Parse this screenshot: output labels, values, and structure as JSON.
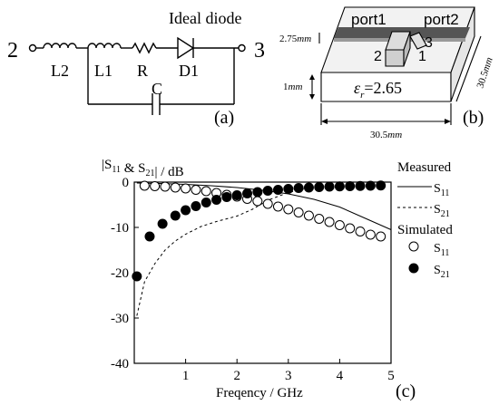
{
  "circuit": {
    "node_left": "2",
    "node_right": "3",
    "ideal_diode": "Ideal diode",
    "L2": "L2",
    "L1": "L1",
    "R": "R",
    "D1": "D1",
    "C": "C",
    "panel": "(a)"
  },
  "model3d": {
    "port1": "port1",
    "port2": "port2",
    "dim_thickness_top": "2.75",
    "dim_thickness_top_unit": "mm",
    "dim_height": "1",
    "dim_height_unit": "mm",
    "epsilon_label": "ε",
    "epsilon_sub": "r",
    "epsilon_value": "=2.65",
    "dim_width": "30.5",
    "dim_width_unit": "mm",
    "dim_depth": "30.5",
    "dim_depth_unit": "mm",
    "pin2": "2",
    "pin1": "1",
    "pin3": "3",
    "panel": "(b)"
  },
  "plot": {
    "ylabel": "|S11 & S21| / dB",
    "xlabel": "Freqency / GHz",
    "panel": "(c)",
    "legend": {
      "measured_title": "Measured",
      "measured_s11": "S11",
      "measured_s21": "S21",
      "simulated_title": "Simulated",
      "simulated_s11": "S11",
      "simulated_s21": "S21"
    }
  },
  "chart_data": {
    "type": "line",
    "xlabel": "Freqency / GHz",
    "ylabel": "|S11 & S21| / dB",
    "xlim": [
      0,
      5
    ],
    "ylim": [
      -40,
      0
    ],
    "xticks": [
      1,
      2,
      3,
      4,
      5
    ],
    "yticks": [
      0,
      -10,
      -20,
      -30,
      -40
    ],
    "grid": false,
    "legend": "right",
    "series": [
      {
        "name": "Measured S11",
        "style": "solid",
        "x": [
          0.05,
          0.5,
          1.0,
          1.5,
          2.0,
          2.5,
          3.0,
          3.5,
          4.0,
          4.5,
          5.0
        ],
        "values": [
          -0.2,
          -0.3,
          -0.5,
          -0.8,
          -1.2,
          -1.8,
          -2.6,
          -3.8,
          -5.5,
          -8.0,
          -10.5
        ]
      },
      {
        "name": "Measured S21",
        "style": "dashed",
        "x": [
          0.05,
          0.2,
          0.4,
          0.6,
          0.8,
          1.0,
          1.3,
          1.6,
          2.0,
          2.3,
          2.6,
          3.0,
          3.3
        ],
        "values": [
          -29.5,
          -22.0,
          -18.0,
          -15.0,
          -13.0,
          -11.5,
          -9.8,
          -8.7,
          -7.5,
          -6.0,
          -4.0,
          -2.3,
          -1.5
        ]
      },
      {
        "name": "Simulated S11",
        "marker": "open-circle",
        "x": [
          0.2,
          0.4,
          0.6,
          0.8,
          1.0,
          1.2,
          1.4,
          1.6,
          1.8,
          2.0,
          2.2,
          2.4,
          2.6,
          2.8,
          3.0,
          3.2,
          3.4,
          3.6,
          3.8,
          4.0,
          4.2,
          4.4,
          4.6,
          4.8
        ],
        "values": [
          -0.8,
          -0.9,
          -1.0,
          -1.2,
          -1.4,
          -1.7,
          -2.0,
          -2.4,
          -2.8,
          -3.2,
          -3.7,
          -4.2,
          -4.8,
          -5.4,
          -6.0,
          -6.7,
          -7.4,
          -8.1,
          -8.8,
          -9.5,
          -10.2,
          -10.9,
          -11.6,
          -12.0
        ]
      },
      {
        "name": "Simulated S21",
        "marker": "filled-circle",
        "x": [
          0.05,
          0.3,
          0.55,
          0.8,
          1.0,
          1.2,
          1.4,
          1.6,
          1.8,
          2.0,
          2.2,
          2.4,
          2.6,
          2.8,
          3.0,
          3.2,
          3.4,
          3.6,
          3.8,
          4.0,
          4.2,
          4.4,
          4.6,
          4.8
        ],
        "values": [
          -20.8,
          -12.0,
          -9.2,
          -7.4,
          -6.2,
          -5.3,
          -4.5,
          -3.9,
          -3.3,
          -2.9,
          -2.5,
          -2.2,
          -1.9,
          -1.7,
          -1.5,
          -1.3,
          -1.2,
          -1.1,
          -1.0,
          -0.95,
          -0.9,
          -0.85,
          -0.8,
          -0.75
        ]
      }
    ]
  }
}
